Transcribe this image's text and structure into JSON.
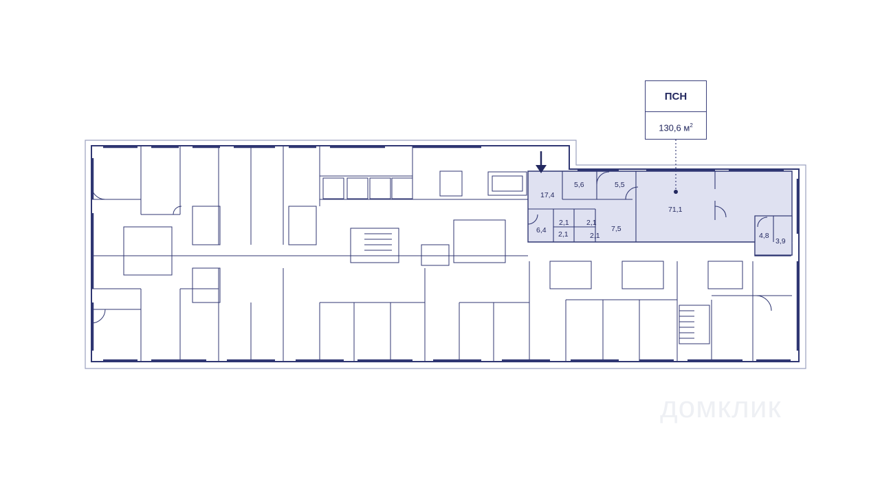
{
  "callout": {
    "type": "ПСН",
    "area_value": "130,6 м",
    "area_unit_sup": "2"
  },
  "room_areas": [
    "17,4",
    "5,6",
    "5,5",
    "71,1",
    "6,4",
    "2,1",
    "2,1",
    "7,5",
    "2,1",
    "2,1",
    "4,8",
    "3,9"
  ],
  "watermark": "домклик",
  "colors": {
    "highlight_fill": "#dfe1f1",
    "wall_stroke": "#2f3672",
    "accent": "#23285f"
  },
  "icons": [
    "entrance-arrow-icon",
    "area-marker-dot-icon"
  ]
}
